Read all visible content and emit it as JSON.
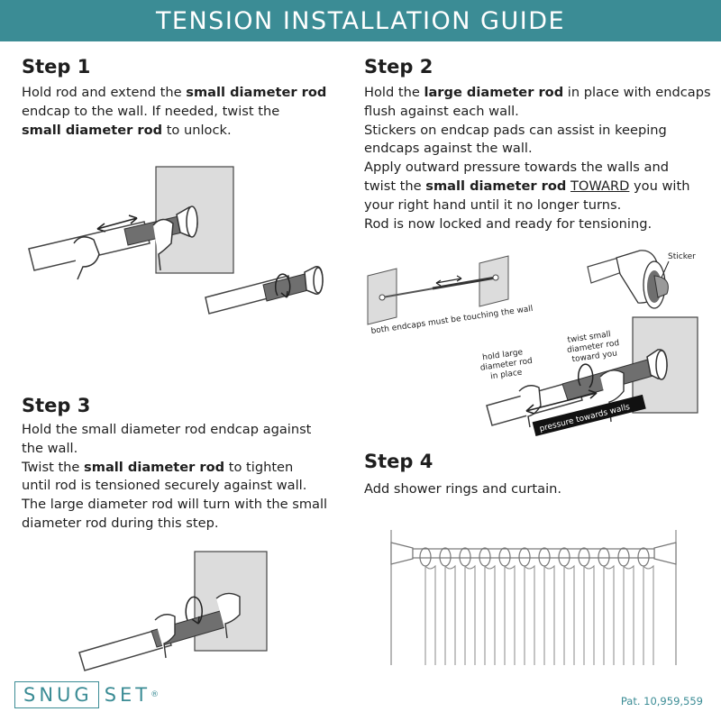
{
  "header": {
    "title": "TENSION INSTALLATION GUIDE"
  },
  "step1": {
    "title": "Step 1",
    "lines": [
      [
        {
          "t": "Hold rod and extend the "
        },
        {
          "t": "small diameter rod",
          "b": true
        }
      ],
      [
        {
          "t": "endcap to the wall. If needed, twist the"
        }
      ],
      [
        {
          "t": "small diameter rod",
          "b": true
        },
        {
          "t": " to unlock."
        }
      ]
    ]
  },
  "step2": {
    "title": "Step 2",
    "lines": [
      [
        {
          "t": "Hold the "
        },
        {
          "t": "large diameter rod",
          "b": true
        },
        {
          "t": " in place with endcaps"
        }
      ],
      [
        {
          "t": "flush against each wall."
        }
      ],
      [
        {
          "t": "Stickers on endcap pads can assist in keeping"
        }
      ],
      [
        {
          "t": "endcaps against the wall."
        }
      ],
      [
        {
          "t": "Apply outward pressure towards the walls and"
        }
      ],
      [
        {
          "t": "twist the "
        },
        {
          "t": "small diameter rod",
          "b": true
        },
        {
          "t": " "
        },
        {
          "t": "TOWARD",
          "u": true
        },
        {
          "t": " you with"
        }
      ],
      [
        {
          "t": "your right hand until it no longer turns."
        }
      ],
      [
        {
          "t": "Rod is now locked and ready for tensioning."
        }
      ]
    ],
    "figure_labels": {
      "wall_note": "both endcaps must be touching the wall",
      "sticker": "Sticker",
      "hold_large": [
        "hold large",
        "diameter rod",
        "in place"
      ],
      "twist_small": [
        "twist small",
        "diameter rod",
        "toward you"
      ],
      "pressure": "pressure towards walls"
    }
  },
  "step3": {
    "title": "Step 3",
    "lines": [
      [
        {
          "t": "Hold the small diameter rod endcap against"
        }
      ],
      [
        {
          "t": "the wall."
        }
      ],
      [
        {
          "t": "Twist the "
        },
        {
          "t": "small diameter rod",
          "b": true
        },
        {
          "t": " to tighten"
        }
      ],
      [
        {
          "t": "until rod is tensioned securely against wall."
        }
      ],
      [
        {
          "t": "The large diameter rod will turn with the small"
        }
      ],
      [
        {
          "t": "diameter rod during this step."
        }
      ]
    ]
  },
  "step4": {
    "title": "Step 4",
    "lines": [
      [
        {
          "t": "Add shower rings and curtain."
        }
      ]
    ]
  },
  "footer": {
    "logo_left": "SNUG",
    "logo_right": "SET",
    "logo_mark": "®",
    "patent": "Pat. 10,959,559"
  },
  "colors": {
    "brand_teal": "#3b8c95",
    "text": "#1e1e1e",
    "wall_gray": "#dcdcdc",
    "rod_dark": "#6f6f6f"
  }
}
